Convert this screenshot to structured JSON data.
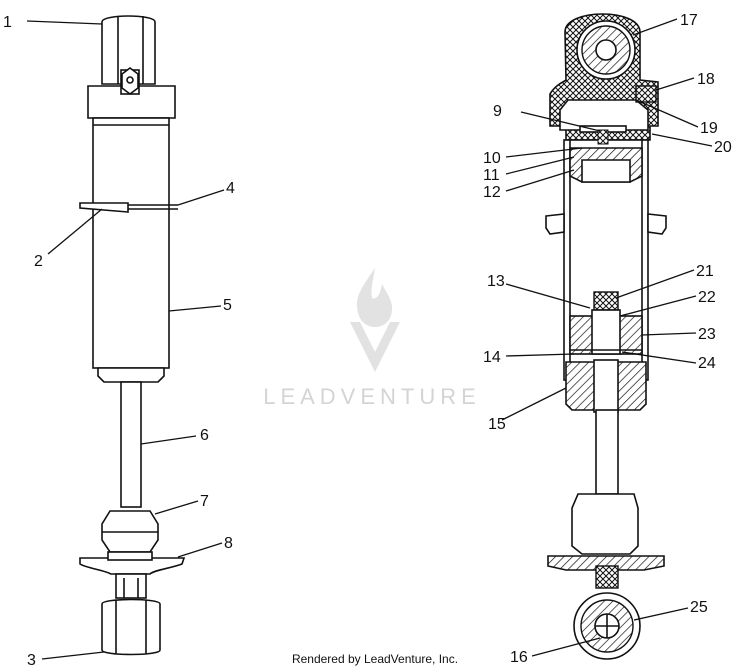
{
  "watermark": {
    "text": "LEADVENTURE"
  },
  "credit": "Rendered by LeadVenture, Inc.",
  "callouts": {
    "c1": "1",
    "c2": "2",
    "c3": "3",
    "c4": "4",
    "c5": "5",
    "c6": "6",
    "c7": "7",
    "c8": "8",
    "c9": "9",
    "c10": "10",
    "c11": "11",
    "c12": "12",
    "c13": "13",
    "c14": "14",
    "c15": "15",
    "c16": "16",
    "c17": "17",
    "c18": "18",
    "c19": "19",
    "c20": "20",
    "c21": "21",
    "c22": "22",
    "c23": "23",
    "c24": "24",
    "c25": "25"
  }
}
